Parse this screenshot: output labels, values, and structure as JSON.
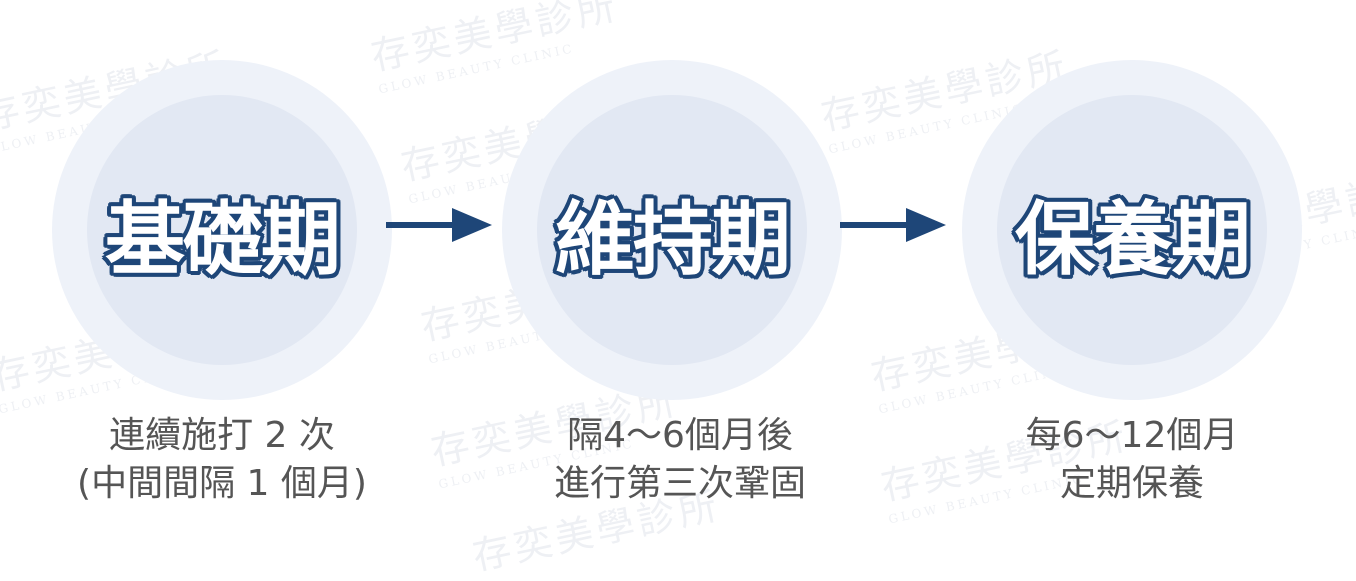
{
  "watermark": {
    "brand_cn": "存奕美學診所",
    "brand_en": "GLOW BEAUTY CLINIC"
  },
  "stages": [
    {
      "title": "基礎期",
      "caption_lines": [
        "連續施打 2 次",
        "(中間間隔 1 個月)"
      ]
    },
    {
      "title": "維持期",
      "caption_lines": [
        "隔4～6個月後",
        "進行第三次鞏固"
      ]
    },
    {
      "title": "保養期",
      "caption_lines": [
        "每6～12個月",
        "定期保養"
      ]
    }
  ],
  "colors": {
    "title_outline": "#1e4678",
    "arrow": "#1e4678",
    "circle_outer": "#eef2f9",
    "circle_inner": "#e2e8f3",
    "caption_text": "#555555"
  },
  "icons": [
    "arrow-right-icon",
    "arrow-right-icon"
  ]
}
